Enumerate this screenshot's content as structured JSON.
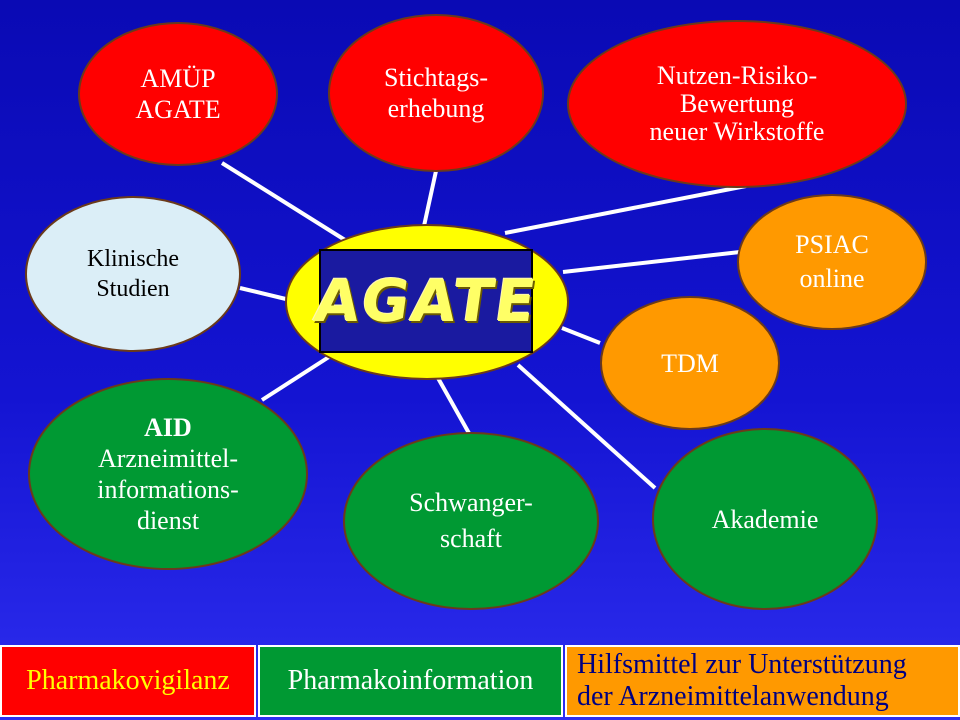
{
  "center": {
    "logo_text": "AGATE"
  },
  "nodes": {
    "amuep": {
      "lines": [
        "AMÜP",
        "AGATE"
      ]
    },
    "stichtag": {
      "lines": [
        "Stichtags-",
        "erhebung"
      ]
    },
    "nutzen": {
      "lines": [
        "Nutzen-Risiko-",
        "Bewertung",
        "neuer Wirkstoffe"
      ]
    },
    "klinische": {
      "lines": [
        "Klinische",
        "Studien"
      ]
    },
    "psiac": {
      "lines": [
        "PSIAC",
        "online"
      ]
    },
    "tdm": {
      "lines": [
        "TDM"
      ]
    },
    "aid": {
      "lines": [
        "AID",
        "Arzneimittel-",
        "informations-",
        "dienst"
      ]
    },
    "schwanger": {
      "lines": [
        "Schwanger-",
        "schaft"
      ]
    },
    "akademie": {
      "lines": [
        "Akademie"
      ]
    }
  },
  "legend": {
    "pharmakovigilanz": "Pharmakovigilanz",
    "pharmakoinformation": "Pharmakoinformation",
    "hilfsmittel_line1": "Hilfsmittel zur Unterstützung",
    "hilfsmittel_line2": "der Arzneimittelanwendung"
  },
  "colors": {
    "background": "#1414d2",
    "pharmakovigilanz": "#ff0000",
    "pharmakoinformation": "#009933",
    "hilfsmittel": "#ff9900",
    "center": "#ffff00",
    "klinische": "#dbeef7"
  }
}
